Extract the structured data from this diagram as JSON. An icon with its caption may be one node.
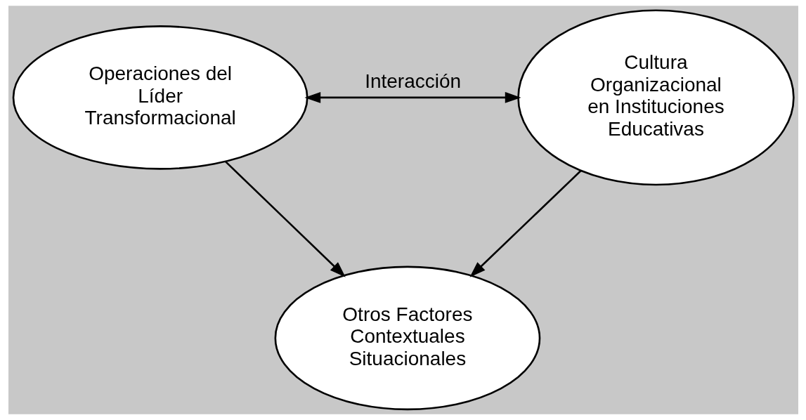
{
  "diagram": {
    "nodes": [
      {
        "text": [
          "Operaciones del Líder Transformacional"
        ]
      },
      {
        "text": [
          "Cultura Organizacional en Instituciones Educativas"
        ]
      },
      {
        "text": [
          "Otros Factores Contextuales Situacionales"
        ]
      }
    ],
    "edges": [
      {
        "from": 0,
        "to": 1,
        "arrow": "both",
        "label": "Interacción"
      },
      {
        "from": 0,
        "to": 2,
        "arrow": "to"
      },
      {
        "from": 1,
        "to": 2,
        "arrow": "to"
      }
    ]
  }
}
